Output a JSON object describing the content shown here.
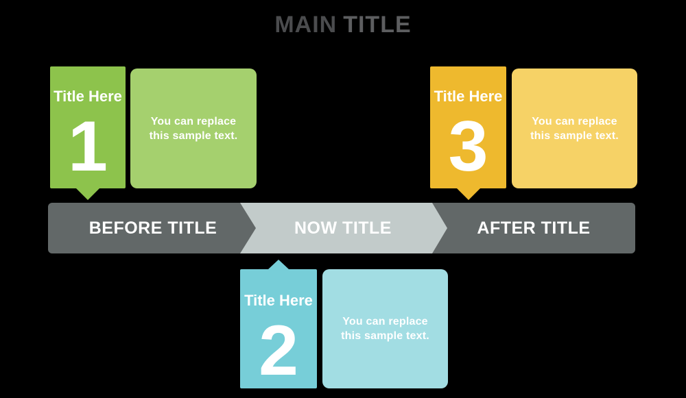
{
  "colors": {
    "background": "#000000",
    "title_main": "#4b4c4e",
    "title_secondary": "#5d5e60",
    "step1_dark": "#8dc34c",
    "step1_light": "#a5d06e",
    "step2_dark": "#77ced8",
    "step2_light": "#a2dde3",
    "step3_dark": "#eeb92e",
    "step3_light": "#f6d266",
    "bar_dark": "#626868",
    "bar_light": "#c2cbca",
    "text_white": "#ffffff"
  },
  "header": {
    "title_part1": "MAIN",
    "title_part2": "TITLE"
  },
  "timeline": {
    "segments": [
      {
        "label": "BEFORE TITLE"
      },
      {
        "label": "NOW TITLE"
      },
      {
        "label": "AFTER TITLE"
      }
    ]
  },
  "steps": [
    {
      "number": "1",
      "tab_title": "Title Here",
      "body_line1": "You can replace",
      "body_line2": "this sample text."
    },
    {
      "number": "2",
      "tab_title": "Title Here",
      "body_line1": "You can replace",
      "body_line2": "this sample text."
    },
    {
      "number": "3",
      "tab_title": "Title Here",
      "body_line1": "You can replace",
      "body_line2": "this sample text."
    }
  ]
}
